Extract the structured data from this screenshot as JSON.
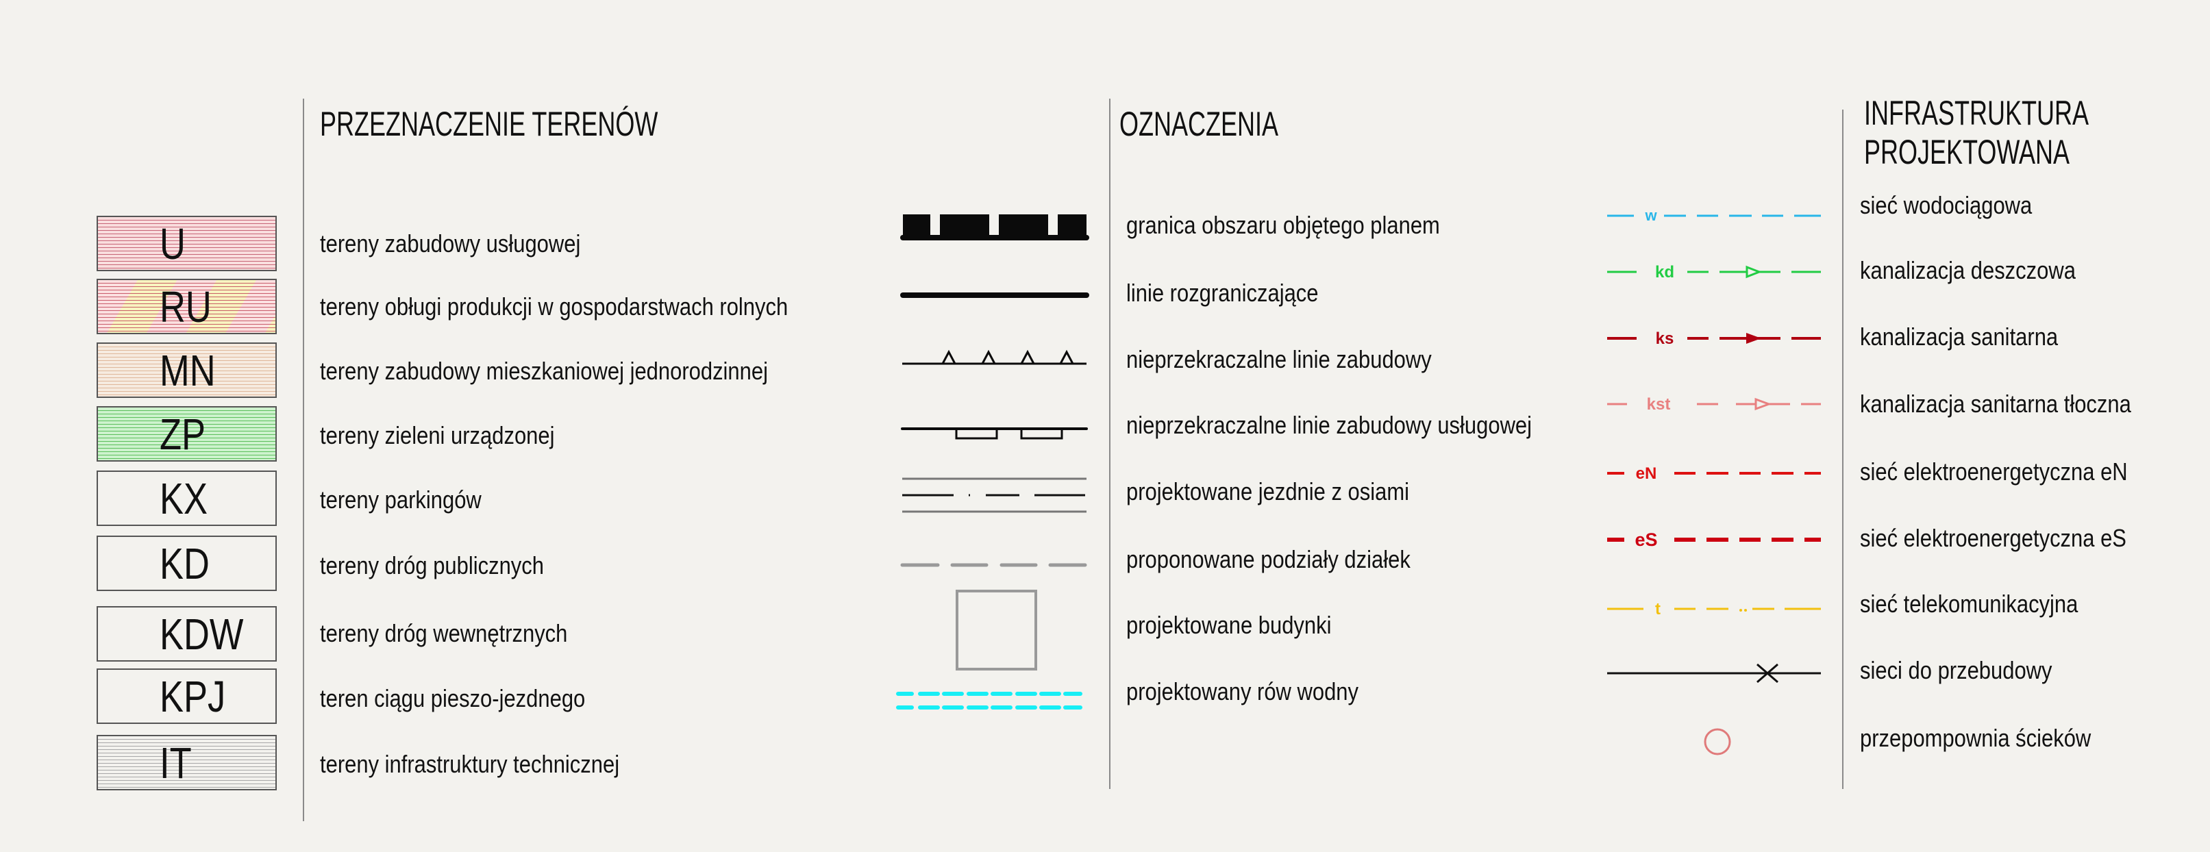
{
  "land_use": {
    "heading": "PRZEZNACZENIE TERENÓW",
    "items": [
      {
        "code": "U",
        "label": "tereny zabudowy usługowej"
      },
      {
        "code": "RU",
        "label": "tereny obługi produkcji w gospodarstwach rolnych"
      },
      {
        "code": "MN",
        "label": "tereny zabudowy mieszkaniowej jednorodzinnej"
      },
      {
        "code": "ZP",
        "label": "tereny zieleni urządzonej"
      },
      {
        "code": "KX",
        "label": "tereny parkingów"
      },
      {
        "code": "KD",
        "label": "tereny dróg publicznych"
      },
      {
        "code": "KDW",
        "label": "tereny dróg wewnętrznych"
      },
      {
        "code": "KPJ",
        "label": "teren ciągu pieszo-jezdnego"
      },
      {
        "code": "IT",
        "label": "tereny infrastruktury technicznej"
      }
    ]
  },
  "markings": {
    "heading": "OZNACZENIA",
    "items": [
      {
        "label": "granica obszaru objętego planem"
      },
      {
        "label": "linie rozgraniczające"
      },
      {
        "label": "nieprzekraczalne linie zabudowy"
      },
      {
        "label": "nieprzekraczalne linie zabudowy usługowej"
      },
      {
        "label": "projektowane jezdnie z osiami"
      },
      {
        "label": "proponowane podziały działek"
      },
      {
        "label": "projektowane budynki"
      },
      {
        "label": "projektowany rów wodny"
      }
    ]
  },
  "infrastructure": {
    "heading_line1": "INFRASTRUKTURA",
    "heading_line2": "PROJEKTOWANA",
    "items": [
      {
        "code": "w",
        "color": "#29b6e8",
        "label": "sieć wodociągowa"
      },
      {
        "code": "kd",
        "color": "#22cc44",
        "label": "kanalizacja deszczowa"
      },
      {
        "code": "ks",
        "color": "#b00010",
        "label": "kanalizacja sanitarna"
      },
      {
        "code": "kst",
        "color": "#e88080",
        "label": "kanalizacja sanitarna tłoczna"
      },
      {
        "code": "eN",
        "color": "#dd1111",
        "label": "sieć elektroenergetyczna eN"
      },
      {
        "code": "eS",
        "color": "#cc0011",
        "label": "sieć elektroenergetyczna eS"
      },
      {
        "code": "t",
        "color": "#f2c010",
        "label": "sieć telekomunikacyjna"
      },
      {
        "label": "sieci do przebudowy"
      },
      {
        "label": "przepompownia ścieków"
      }
    ]
  }
}
